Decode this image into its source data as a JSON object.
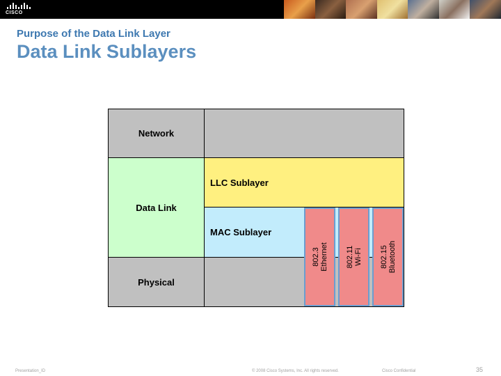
{
  "header": {
    "logo_text": "CISCO"
  },
  "slide": {
    "subtitle": "Purpose of the Data Link Layer",
    "title": "Data Link Sublayers"
  },
  "diagram": {
    "layers": {
      "network": "Network",
      "data_link": "Data Link",
      "physical": "Physical"
    },
    "sublayers": {
      "llc": "LLC Sublayer",
      "mac": "MAC Sublayer"
    },
    "standards": [
      {
        "line1": "802.3",
        "line2": "Ethernet"
      },
      {
        "line1": "802.11",
        "line2": "Wi-Fi"
      },
      {
        "line1": "802.15",
        "line2": "Bluetooth"
      }
    ],
    "colors": {
      "network_physical": "#c0c0c0",
      "data_link": "#ccffcc",
      "llc": "#fff080",
      "mac": "#c2ecfc",
      "standards": "#f08a8a",
      "standards_border": "#6a9ed0"
    }
  },
  "footer": {
    "presentation_id": "Presentation_ID",
    "copyright": "© 2008 Cisco Systems, Inc. All rights reserved.",
    "confidential": "Cisco Confidential",
    "page_number": "35"
  }
}
